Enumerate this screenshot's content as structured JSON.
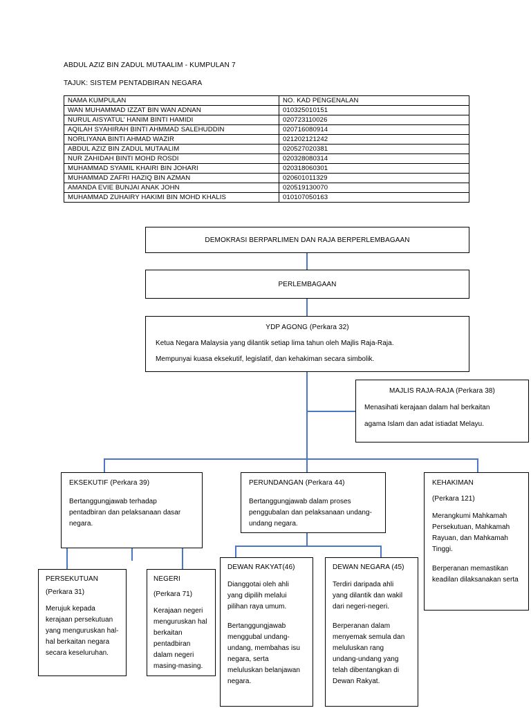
{
  "document": {
    "author_line": "ABDUL AZIZ BIN ZADUL MUTAALIM - KUMPULAN 7",
    "topic_line": "TAJUK: SISTEM PENTADBIRAN NEGARA"
  },
  "members_table": {
    "headers": [
      "NAMA KUMPULAN",
      "NO. KAD PENGENALAN"
    ],
    "rows": [
      [
        "WAN MUHAMMAD IZZAT BIN WAN ADNAN",
        "010325010151"
      ],
      [
        "NURUL AISYATUL’ HANIM BINTI HAMIDI",
        "020723110026"
      ],
      [
        "AQILAH SYAHIRAH BINTI AHMMAD SALEHUDDIN",
        "020716080914"
      ],
      [
        "NORLIYANA BINTI AHMAD WAZIR",
        "021202121242"
      ],
      [
        "ABDUL AZIZ BIN ZADUL MUTAALIM",
        "020527020381"
      ],
      [
        "NUR ZAHIDAH BINTI MOHD ROSDI",
        "020328080314"
      ],
      [
        "MUHAMMAD SYAMIL KHAIRI BIN JOHARI",
        "020318060301"
      ],
      [
        "MUHAMMAD ZAFRI HAZIQ BIN AZMAN",
        "020601011329"
      ],
      [
        "AMANDA EVIE BUNJAI ANAK JOHN",
        "020519130070"
      ],
      [
        "MUHAMMAD ZUHAIRY HAKIMI BIN MOHD KHALIS",
        "010107050163"
      ]
    ]
  },
  "flowchart": {
    "connector_color": "#4a77c4",
    "nodes": {
      "demokrasi": {
        "title": "DEMOKRASI BERPARLIMEN DAN RAJA BERPERLEMBAGAAN"
      },
      "perlembagaan": {
        "title": "PERLEMBAGAAN"
      },
      "ydp_agong": {
        "title": "YDP AGONG (Perkara 32)",
        "line1": "Ketua Negara Malaysia yang dilantik setiap lima tahun oleh Majlis Raja-Raja.",
        "line2": "Mempunyai kuasa eksekutif, legislatif, dan kehakiman secara simbolik."
      },
      "majlis_raja": {
        "title": "MAJLIS RAJA-RAJA (Perkara 38)",
        "line1": "Menasihati kerajaan dalam hal berkaitan",
        "line2": "agama Islam dan adat istiadat Melayu."
      },
      "eksekutif": {
        "title": "EKSEKUTIF (Perkara 39)",
        "body": "Bertanggungjawab terhadap pentadbiran dan pelaksanaan dasar negara."
      },
      "perundangan": {
        "title": "PERUNDANGAN (Perkara 44)",
        "body": "Bertanggungjawab dalam proses penggubalan dan pelaksanaan undang-undang negara."
      },
      "kehakiman": {
        "title": "KEHAKIMAN",
        "article": "(Perkara 121)",
        "body1": "Merangkumi Mahkamah Persekutuan, Mahkamah Rayuan, dan Mahkamah Tinggi.",
        "body2": "Berperanan memastikan keadilan dilaksanakan serta"
      },
      "persekutuan": {
        "title": "PERSEKUTUAN",
        "article": "(Perkara 31)",
        "body": "Merujuk kepada kerajaan persekutuan yang menguruskan hal-hal berkaitan negara secara keseluruhan."
      },
      "negeri": {
        "title": "NEGERI",
        "article": "(Perkara 71)",
        "body": "Kerajaan negeri menguruskan hal berkaitan pentadbiran dalam negeri masing-masing."
      },
      "dewan_rakyat": {
        "title": "DEWAN RAKYAT(46)",
        "body1": "Dianggotai oleh ahli yang dipilih melalui pilihan raya umum.",
        "body2": "Bertanggungjawab menggubal undang-undang, membahas isu negara, serta meluluskan belanjawan negara."
      },
      "dewan_negara": {
        "title": "DEWAN NEGARA (45)",
        "body1": "Terdiri daripada ahli yang dilantik dan wakil dari negeri-negeri.",
        "body2": "Berperanan dalam menyemak semula dan meluluskan rang undang-undang yang telah dibentangkan di Dewan Rakyat."
      }
    }
  }
}
